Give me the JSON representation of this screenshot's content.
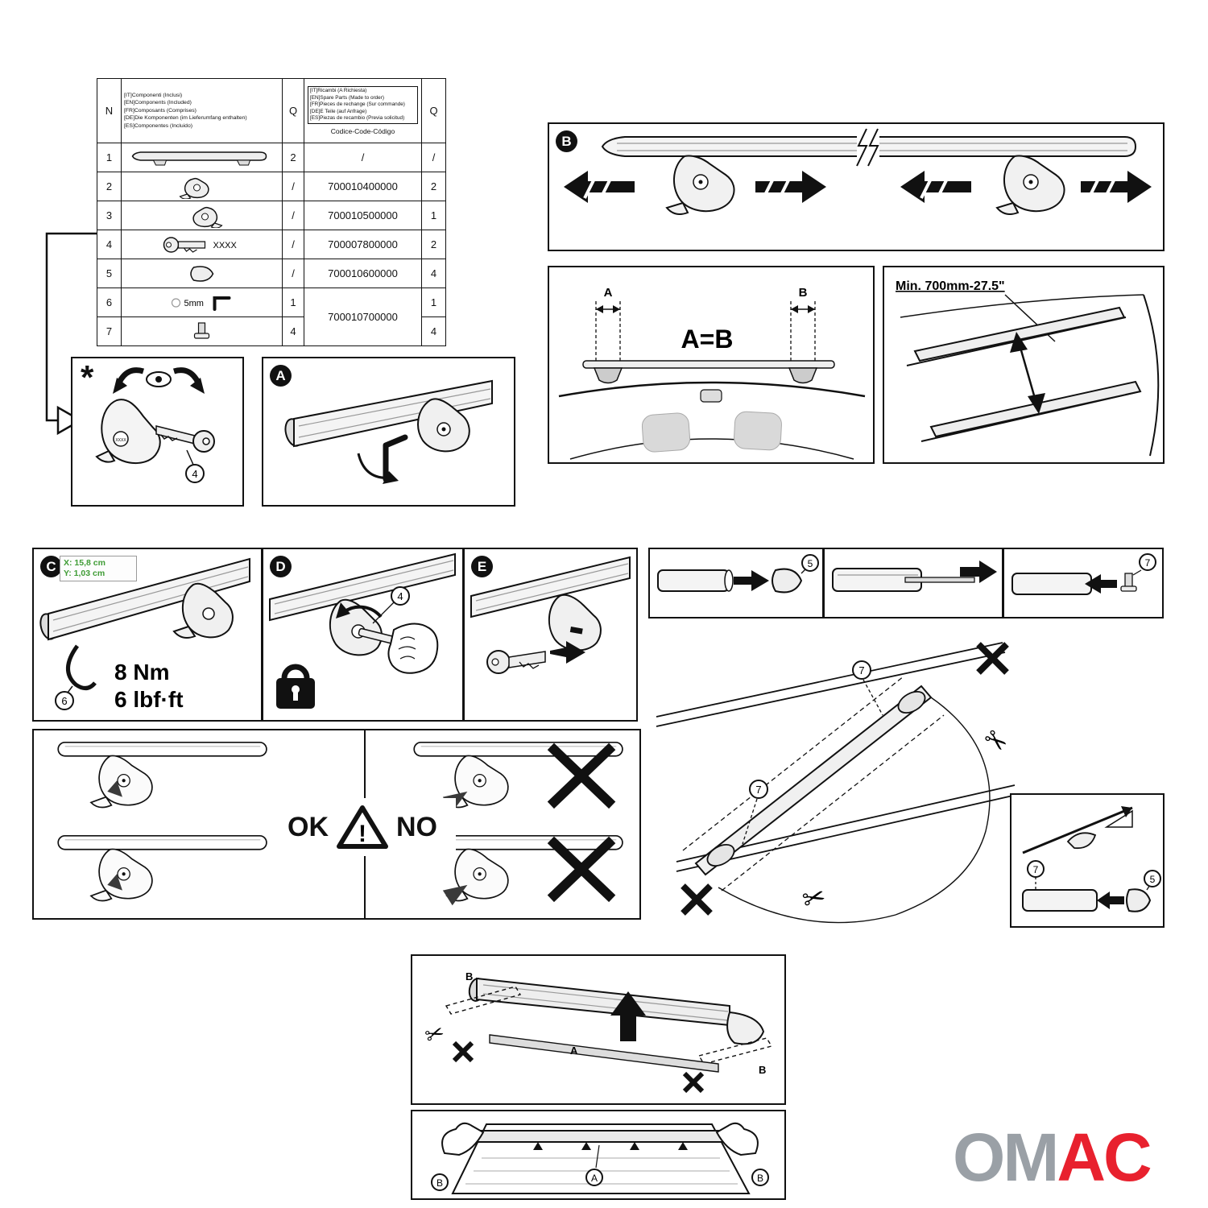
{
  "table": {
    "n_header": "N",
    "q_header": "Q",
    "q_header2": "Q",
    "included": [
      "[IT]Componenti (Inclusi)",
      "[EN]Components (Included)",
      "[FR]Composants (Comprises)",
      "[DE]Die Komponenten (im Lieferumfang enthalten)",
      "[ES]Componentes (Incluido)"
    ],
    "spare": [
      "[IT]Ricambi (A Richiesta)",
      "[EN]Spare Parts (Made to order)",
      "[FR]Pieces de rechange (Sur commande)",
      "[DE]E Teile (auf Anfrage)",
      "[ES]Piezas de recambio (Previa solicitud)"
    ],
    "code_header": "Codice-Code-Código",
    "rows": [
      {
        "n": "1",
        "qi": "2",
        "code": "/",
        "qs": "/"
      },
      {
        "n": "2",
        "qi": "/",
        "code": "700010400000",
        "qs": "2"
      },
      {
        "n": "3",
        "qi": "/",
        "code": "700010500000",
        "qs": "1"
      },
      {
        "n": "4",
        "part_text": "XXXX",
        "qi": "/",
        "code": "700007800000",
        "qs": "2"
      },
      {
        "n": "5",
        "qi": "/",
        "code": "700010600000",
        "qs": "4"
      },
      {
        "n": "6",
        "part_text": "5mm",
        "qi": "1",
        "code": "700010700000",
        "qs": "1"
      },
      {
        "n": "7",
        "qi": "4",
        "qs": "4"
      }
    ]
  },
  "labels": {
    "star": "*",
    "a": "A",
    "b": "B",
    "c": "C",
    "d": "D",
    "e": "E",
    "p4": "4",
    "p5": "5",
    "p6": "6",
    "p7": "7"
  },
  "texts": {
    "aeqb": "A=B",
    "dim_a": "A",
    "dim_b": "B",
    "min700": "Min. 700mm-27.5\"",
    "xy_x": "X: 15,8 cm",
    "xy_y": "Y: 1,03 cm",
    "torque_nm": "8 Nm",
    "torque_lbf": "6 lbf·ft",
    "ok": "OK",
    "no": "NO",
    "excl": "!",
    "key_code": "XXXX",
    "pos_a": "A",
    "pos_b": "B"
  },
  "icons": {
    "scissors": "✂"
  },
  "logo": {
    "gray_part": "OM",
    "red_part": "AC"
  },
  "colors": {
    "accent_red": "#e8212e",
    "logo_gray": "#9aa0a6",
    "green_text": "#3f9c35"
  }
}
